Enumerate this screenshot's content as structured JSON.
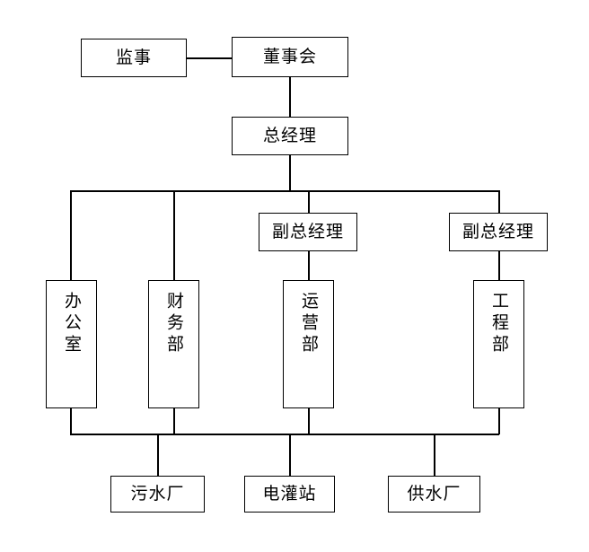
{
  "diagram": {
    "type": "organizational-chart",
    "title": "",
    "nodes": {
      "supervisor": {
        "label": "监事"
      },
      "board": {
        "label": "董事会"
      },
      "general_manager": {
        "label": "总经理"
      },
      "deputy_gm_1": {
        "label": "副总经理"
      },
      "deputy_gm_2": {
        "label": "副总经理"
      },
      "office": {
        "label": "办公室"
      },
      "finance": {
        "label": "财务部"
      },
      "operations": {
        "label": "运营部"
      },
      "engineering": {
        "label": "工程部"
      },
      "sewage_plant": {
        "label": "污水厂"
      },
      "irrigation_station": {
        "label": "电灌站"
      },
      "water_plant": {
        "label": "供水厂"
      }
    },
    "colors": {
      "line": "#000000",
      "box_fill": "#ffffff",
      "text": "#000000"
    }
  }
}
